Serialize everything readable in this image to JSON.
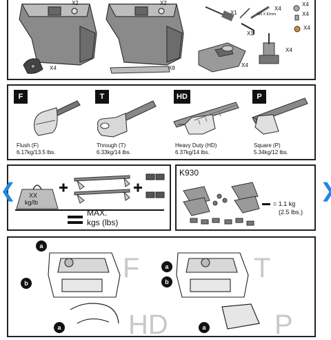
{
  "top": {
    "x2_a": "X2",
    "x2_b": "X2",
    "x4_knob": "X4",
    "x8": "X8",
    "x1_a": "X1",
    "x1_b": "X1",
    "x4_a": "X4",
    "x4_b": "X4",
    "x4_c": "X4",
    "x4_d": "X4",
    "x4_e": "X4",
    "x4_f": "X4",
    "rod_note": "186 X 82mm"
  },
  "bars": [
    {
      "badge": "F",
      "name": "Flush (F)",
      "weight": "6.17kg/13.5 lbs."
    },
    {
      "badge": "T",
      "name": "Through (T)",
      "weight": "6.33kg/14 lbs."
    },
    {
      "badge": "HD",
      "name": "Heavy Duty (HD)",
      "weight": "6.37kg/14 lbs."
    },
    {
      "badge": "P",
      "name": "Square (P)",
      "weight": "5.34kg/12 lbs."
    }
  ],
  "weight_box": {
    "unit_line1": "XX",
    "unit_line2": "kg/lb",
    "max_line1": "MAX.",
    "max_line2": "kgs (lbs)"
  },
  "kit": {
    "title": "K930",
    "weight_line1": "= 1.1 kg",
    "weight_line2": "(2.5 lbs.)"
  },
  "fit": {
    "letters": [
      "F",
      "T",
      "HD",
      "P"
    ],
    "callout_a": "a",
    "callout_b": "b"
  },
  "nav": {
    "prev": "❮",
    "next": "❯"
  },
  "colors": {
    "accent": "#1e88e5",
    "ink": "#111111",
    "ghost": "#c8c8c8"
  }
}
